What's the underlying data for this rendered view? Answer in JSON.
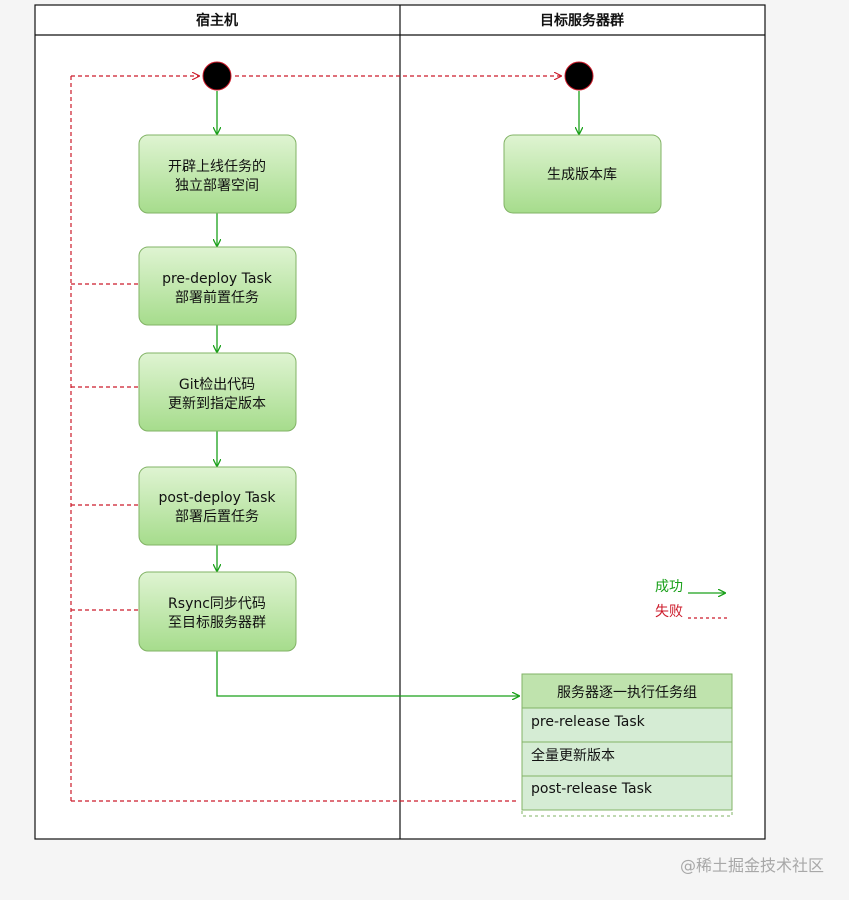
{
  "lanes": {
    "left": "宿主机",
    "right": "目标服务器群"
  },
  "steps": {
    "open_space": [
      "开辟上线任务的",
      "独立部署空间"
    ],
    "pre_deploy": [
      "pre-deploy Task",
      "部署前置任务"
    ],
    "git_checkout": [
      "Git检出代码",
      "更新到指定版本"
    ],
    "post_deploy": [
      "post-deploy Task",
      "部署后置任务"
    ],
    "rsync": [
      "Rsync同步代码",
      "至目标服务器群"
    ],
    "gen_repo": [
      "生成版本库"
    ]
  },
  "task_group": {
    "title": "服务器逐一执行任务组",
    "rows": [
      "pre-release Task",
      "全量更新版本",
      "post-release Task"
    ]
  },
  "legend": {
    "success": "成功",
    "fail": "失败",
    "success_color": "#1aa01a",
    "fail_color": "#cc1a2a"
  },
  "watermark": "@稀土掘金技术社区"
}
